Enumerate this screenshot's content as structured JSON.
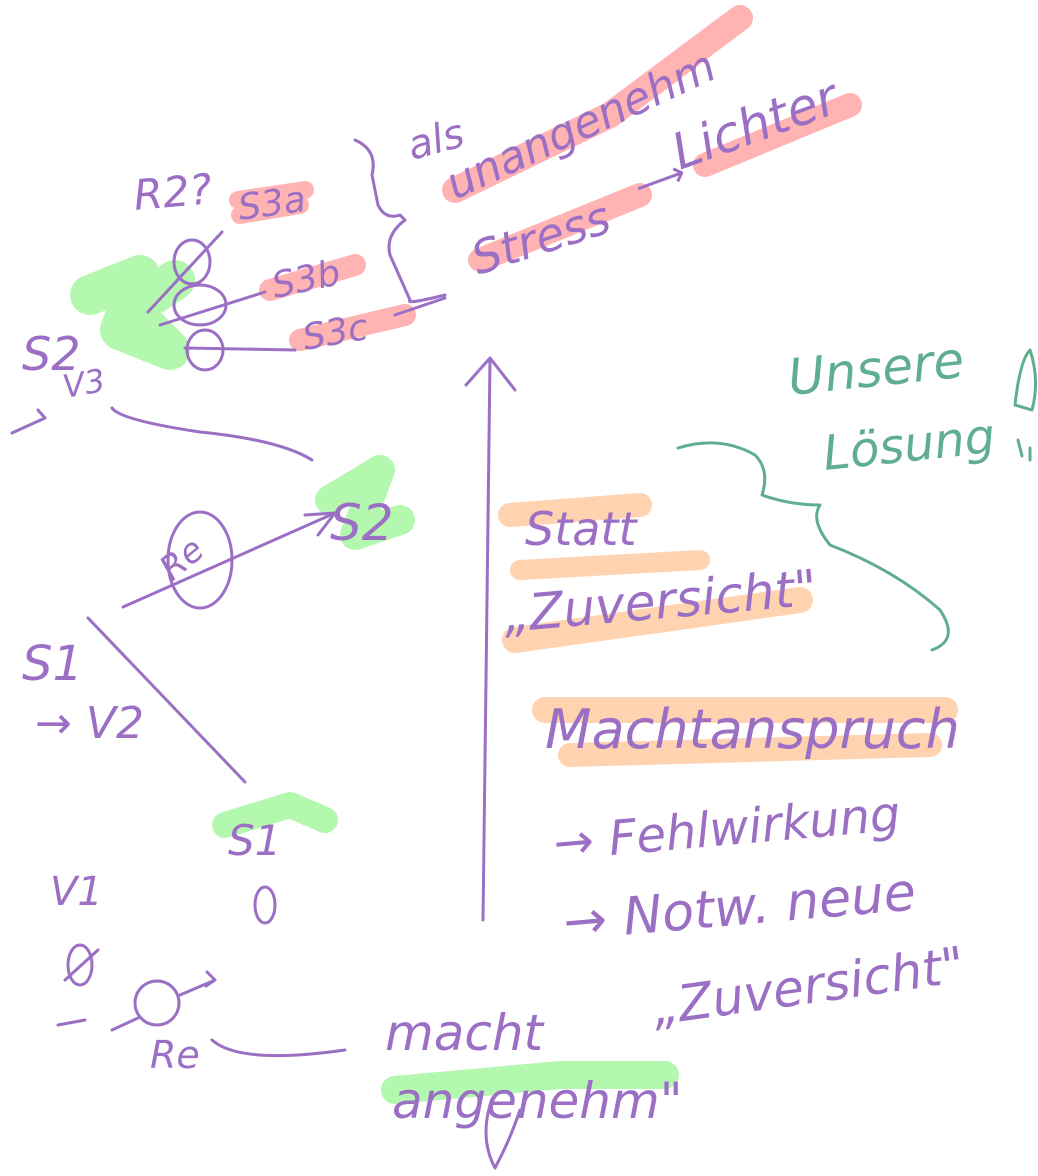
{
  "colors": {
    "ink_purple": "#9b6fc4",
    "ink_green": "#5fae8f",
    "highlight_red": "#ffb3b3",
    "highlight_orange": "#ffd2b0",
    "highlight_green": "#b4f7ae"
  },
  "notes": {
    "r2": "R2?",
    "s3a": "S3a",
    "s3b": "S3b",
    "s3c": "S3c",
    "als": "als",
    "unangenehm": "unangenehm",
    "stress": "Stress",
    "arrow_to": "⟶",
    "lichter": "Lichter",
    "s2_v3": "S2 V3",
    "s2_upper": "S2",
    "v3": "V3",
    "s2_node": "S2",
    "re_circle": "Re",
    "s1_upper": "S1",
    "v2": "→ V2",
    "s1_node": "S1",
    "v1": "V1",
    "re_lower": "Re",
    "unsere": "Unsere",
    "loesung": "Lösung",
    "statt": "Statt",
    "zuversicht_1": "„Zuversicht\"",
    "machtanspruch": "Machtanspruch",
    "fehlwirkung": "→ Fehlwirkung",
    "notw_neue": "→ Notw. neue",
    "zuversicht_2": "„Zuversicht\"",
    "macht": "macht",
    "angenehm": "angenehm\""
  }
}
